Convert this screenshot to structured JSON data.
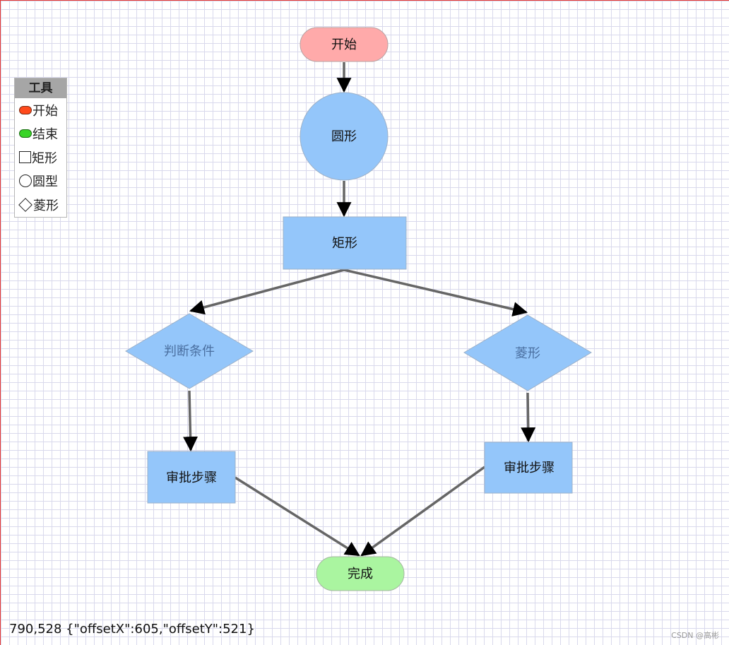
{
  "toolbox": {
    "title": "工具",
    "items": [
      {
        "label": "开始",
        "icon": "start-pill-icon"
      },
      {
        "label": "结束",
        "icon": "end-pill-icon"
      },
      {
        "label": "矩形",
        "icon": "rectangle-icon"
      },
      {
        "label": "圆型",
        "icon": "circle-icon"
      },
      {
        "label": "菱形",
        "icon": "diamond-icon"
      }
    ]
  },
  "flow": {
    "start": "开始",
    "circle": "圆形",
    "rect": "矩形",
    "decision_left": "判断条件",
    "decision_right": "菱形",
    "step_left": "审批步骤",
    "step_right": "审批步骤",
    "end": "完成"
  },
  "colors": {
    "start_fill": "#ffaaaa",
    "end_fill": "#aaf5a0",
    "node_fill": "#94c6fa",
    "edge": "#666666"
  },
  "status": {
    "coords": "790,528 {\"offsetX\":605,\"offsetY\":521}"
  },
  "watermark": "CSDN @高彬"
}
